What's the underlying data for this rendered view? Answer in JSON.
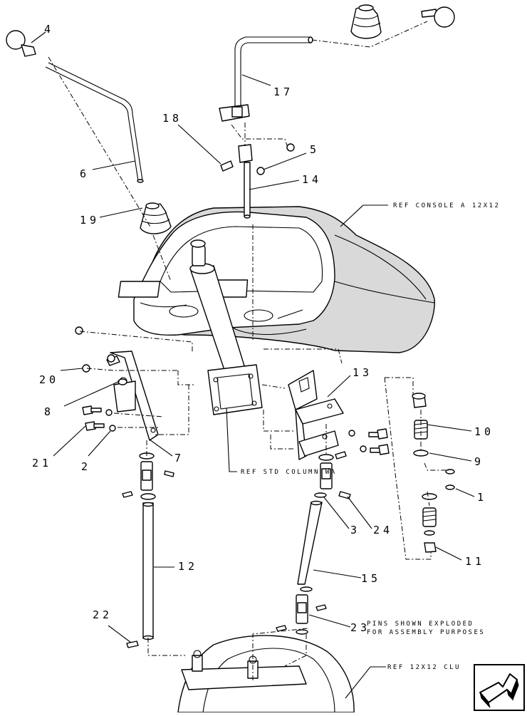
{
  "callouts": {
    "c1": "1",
    "c2": "2",
    "c3": "3",
    "c4": "4",
    "c5": "5",
    "c6": "6",
    "c7": "7",
    "c8": "8",
    "c9": "9",
    "c10": "10",
    "c11": "11",
    "c12": "12",
    "c13": "13",
    "c14": "14",
    "c15": "15",
    "c17": "17",
    "c18": "18",
    "c19": "19",
    "c20": "20",
    "c21": "21",
    "c22": "22",
    "c23": "23",
    "c24": "24"
  },
  "references": {
    "console": "REF CONSOLE A 12X12",
    "column": "REF STD COLUMN WA",
    "clutch": "REF 12X12 CLU",
    "pins_line1": "PINS SHOWN EXPLODED",
    "pins_line2": "FOR ASSEMBLY PURPOSES"
  },
  "icons": {
    "corner": "next-page-arrow-icon"
  }
}
